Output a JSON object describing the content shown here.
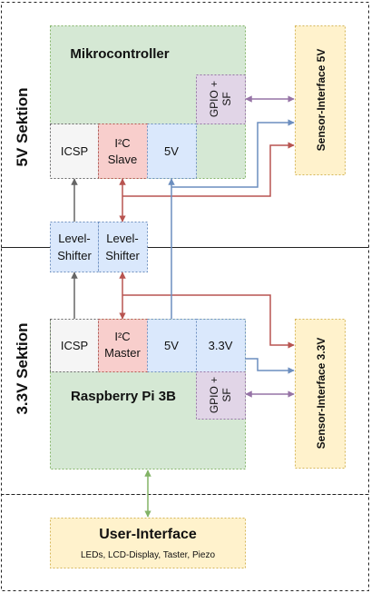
{
  "sections": {
    "top": {
      "label": "5V Sektion"
    },
    "bottom": {
      "label": "3.3V Sektion"
    }
  },
  "mcu": {
    "title": "Mikrocontroller",
    "icsp": "ICSP",
    "i2c_line1": "I²C",
    "i2c_line2": "Slave",
    "v5": "5V",
    "gpio_line1": "GPIO +",
    "gpio_line2": "SF"
  },
  "sensor5v": {
    "label": "Sensor-Interface 5V"
  },
  "level_shifter_1": {
    "line1": "Level-",
    "line2": "Shifter"
  },
  "level_shifter_2": {
    "line1": "Level-",
    "line2": "Shifter"
  },
  "rpi": {
    "title": "Raspberry Pi 3B",
    "icsp": "ICSP",
    "i2c_line1": "I²C",
    "i2c_line2": "Master",
    "v5": "5V",
    "v33": "3.3V",
    "gpio_line1": "GPIO +",
    "gpio_line2": "SF"
  },
  "sensor33v": {
    "label": "Sensor-Interface 3.3V"
  },
  "user_interface": {
    "title": "User-Interface",
    "subtitle": "LEDs, LCD-Display, Taster, Piezo"
  },
  "colors": {
    "green_fill": "#d5e8d4",
    "green_stroke": "#82b366",
    "grey_fill": "#f5f5f5",
    "red_fill": "#f8cecc",
    "red_stroke": "#b85450",
    "blue_fill": "#dae8fc",
    "blue_stroke": "#6c8ebf",
    "purple_fill": "#e1d5e7",
    "purple_stroke": "#9673a6",
    "yellow_fill": "#fff2cc",
    "yellow_stroke": "#d6b656",
    "arrow_grey": "#666666",
    "arrow_red": "#b85450",
    "arrow_blue": "#6c8ebf",
    "arrow_purple": "#9673a6",
    "arrow_green": "#82b366"
  }
}
